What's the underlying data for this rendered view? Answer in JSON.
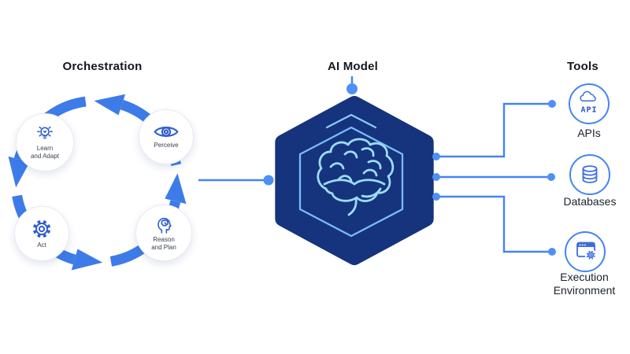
{
  "orchestration": {
    "title": "Orchestration",
    "nodes": [
      {
        "icon": "lightbulb-icon",
        "lines": [
          "Learn",
          "and Adapt"
        ]
      },
      {
        "icon": "eye-icon",
        "lines": [
          "Perceive"
        ]
      },
      {
        "icon": "gear-icon",
        "lines": [
          "Act"
        ]
      },
      {
        "icon": "head-brain-icon",
        "lines": [
          "Reason",
          "and Plan"
        ]
      }
    ]
  },
  "ai_model": {
    "title": "AI Model",
    "icon": "brain-icon"
  },
  "tools": {
    "title": "Tools",
    "items": [
      {
        "icon": "cloud-api-icon",
        "icon_text": "API",
        "lines": [
          "APIs"
        ]
      },
      {
        "icon": "database-icon",
        "lines": [
          "Databases"
        ]
      },
      {
        "icon": "execution-environment-icon",
        "lines": [
          "Execution",
          "Environment"
        ]
      }
    ]
  },
  "colors": {
    "arrow_blue": "#3d7ce8",
    "connector_blue": "#4285f4",
    "dot_blue": "#4f90f7",
    "hexagon_navy": "#16337d",
    "inner_outline_blue": "#79bdf3",
    "brain_cyan": "#9bdcf6",
    "icon_blue": "#2f5ecf",
    "heading_text": "#14181f",
    "label_text": "#3a4150"
  }
}
